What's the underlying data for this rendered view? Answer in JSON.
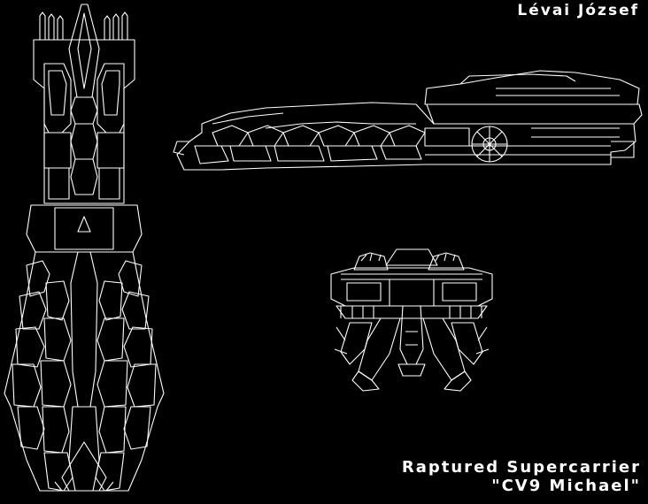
{
  "author": "Lévai József",
  "ship": {
    "title_line1": "Raptured Supercarrier",
    "title_line2": "\"CV9 Michael\""
  },
  "colors": {
    "background": "#000000",
    "line": "#ffffff"
  }
}
